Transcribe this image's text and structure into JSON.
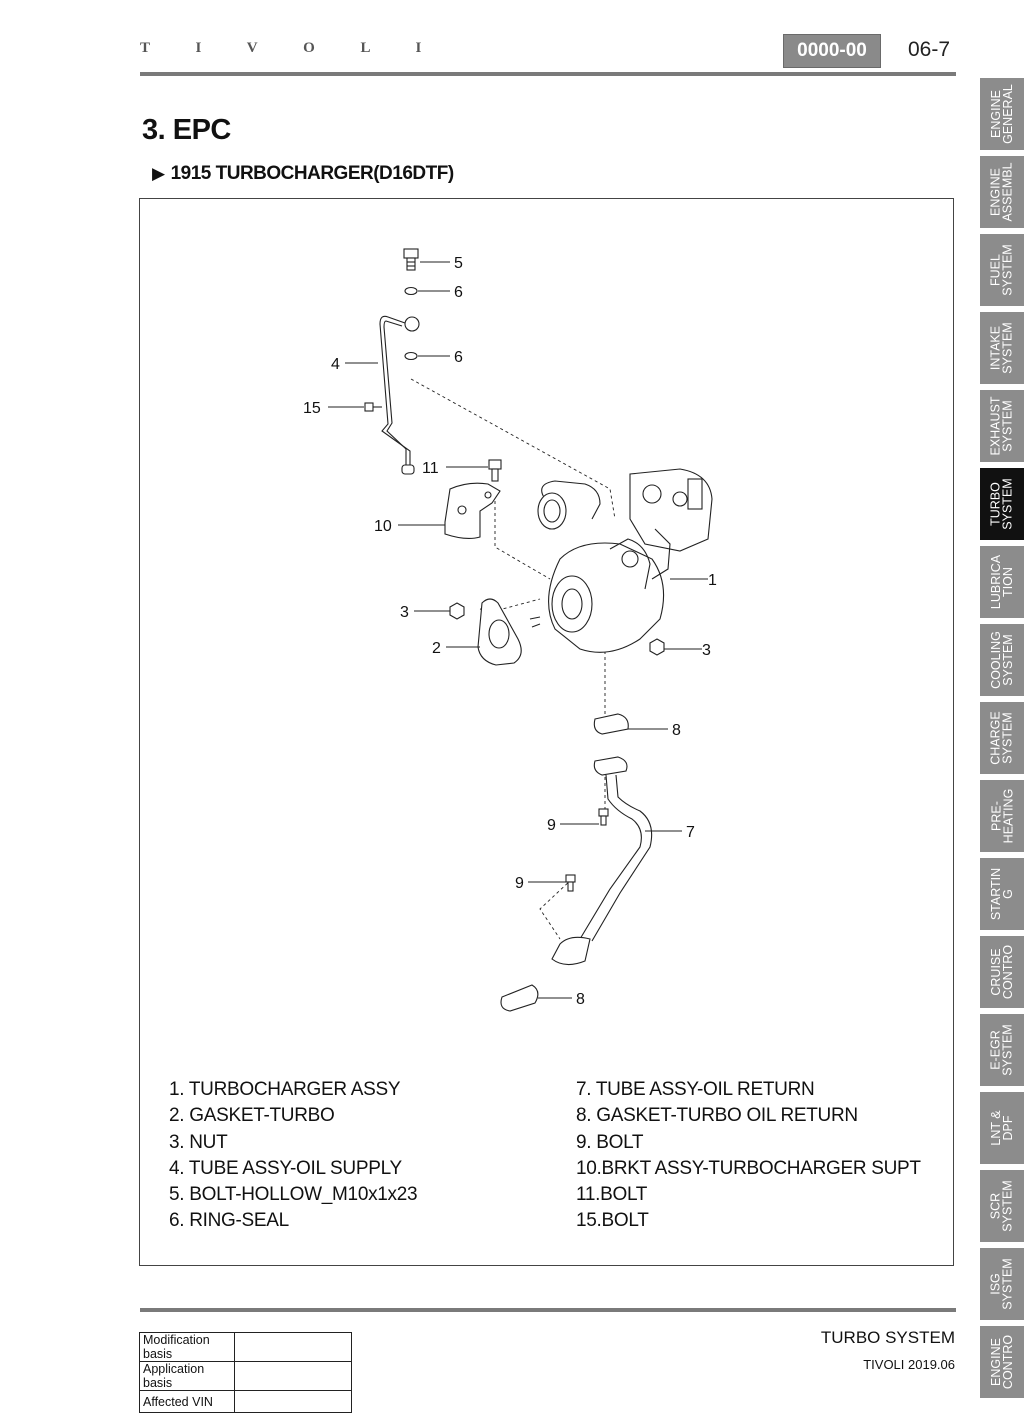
{
  "header": {
    "brand": "T I V O L I",
    "code": "0000-00",
    "page": "06-7"
  },
  "side_tabs": [
    {
      "label": "ENGINE\nGENERAL",
      "active": false
    },
    {
      "label": "ENGINE\nASSEMBL",
      "active": false
    },
    {
      "label": "FUEL\nSYSTEM",
      "active": false
    },
    {
      "label": "INTAKE\nSYSTEM",
      "active": false
    },
    {
      "label": "EXHAUST\nSYSTEM",
      "active": false
    },
    {
      "label": "TURBO\nSYSTEM",
      "active": true
    },
    {
      "label": "LUBRICA\nTION",
      "active": false
    },
    {
      "label": "COOLING\nSYSTEM",
      "active": false
    },
    {
      "label": "CHARGE\nSYSTEM",
      "active": false
    },
    {
      "label": "PRE-\nHEATING",
      "active": false
    },
    {
      "label": "STARTIN\nG",
      "active": false
    },
    {
      "label": "CRUISE\nCONTRO",
      "active": false
    },
    {
      "label": "E-EGR\nSYSTEM",
      "active": false
    },
    {
      "label": "LNT &\nDPF",
      "active": false
    },
    {
      "label": "SCR\nSYSTEM",
      "active": false
    },
    {
      "label": "ISG\nSYSTEM",
      "active": false
    },
    {
      "label": "ENGINE\nCONTRO",
      "active": false
    }
  ],
  "section": {
    "title": "3. EPC",
    "subtitle": "1915 TURBOCHARGER(D16DTF)"
  },
  "callouts": {
    "c1": "1",
    "c2": "2",
    "c3a": "3",
    "c3b": "3",
    "c4": "4",
    "c5": "5",
    "c6a": "6",
    "c6b": "6",
    "c7": "7",
    "c8a": "8",
    "c8b": "8",
    "c9a": "9",
    "c9b": "9",
    "c10": "10",
    "c11": "11",
    "c15": "15"
  },
  "parts_left": [
    "1. TURBOCHARGER ASSY",
    "2. GASKET-TURBO",
    "3. NUT",
    "4. TUBE ASSY-OIL SUPPLY",
    "5. BOLT-HOLLOW_M10x1x23",
    "6. RING-SEAL"
  ],
  "parts_right": [
    "7. TUBE ASSY-OIL RETURN",
    "8. GASKET-TURBO OIL RETURN",
    "9. BOLT",
    "10.BRKT ASSY-TURBOCHARGER SUPT",
    "11.BOLT",
    "15.BOLT"
  ],
  "footer": {
    "modification_label": "Modification basis",
    "application_label": "Application basis",
    "vin_label": "Affected VIN",
    "system": "TURBO SYSTEM",
    "model": "TIVOLI 2019.06"
  }
}
